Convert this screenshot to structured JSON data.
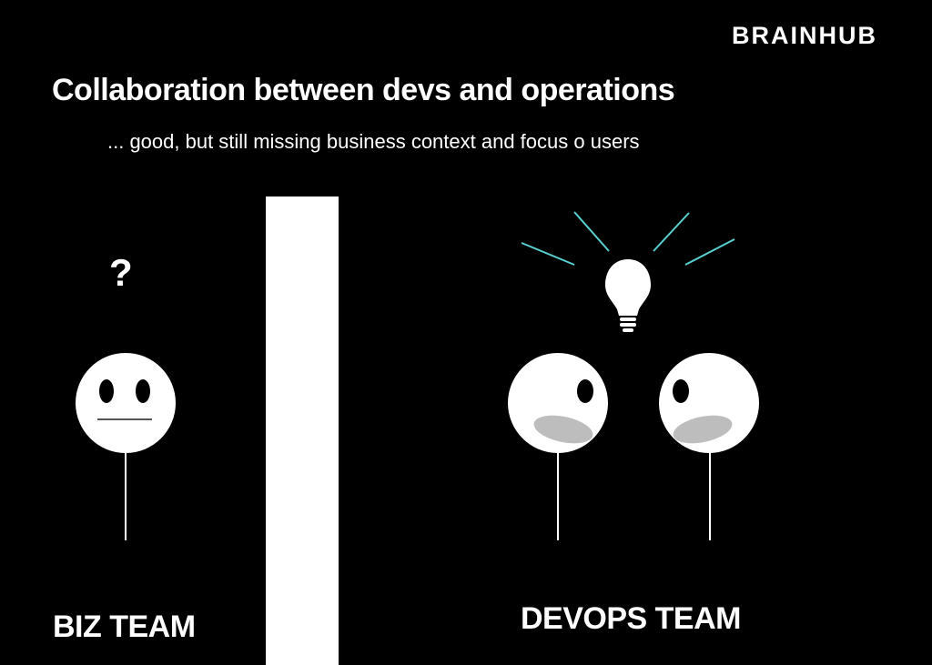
{
  "brand": {
    "name": "BRAINHUB"
  },
  "slide": {
    "title": "Collaboration between devs and operations",
    "subtitle": "... good, but still missing business context and focus o users"
  },
  "biz_team": {
    "label": "BIZ TEAM",
    "thought": "?"
  },
  "devops_team": {
    "label": "DEVOPS TEAM",
    "thought": "lightbulb-icon"
  },
  "colors": {
    "background": "#000000",
    "foreground": "#ffffff",
    "idea_rays": "#5ad1d1",
    "mouth": "#bdbdbd"
  }
}
